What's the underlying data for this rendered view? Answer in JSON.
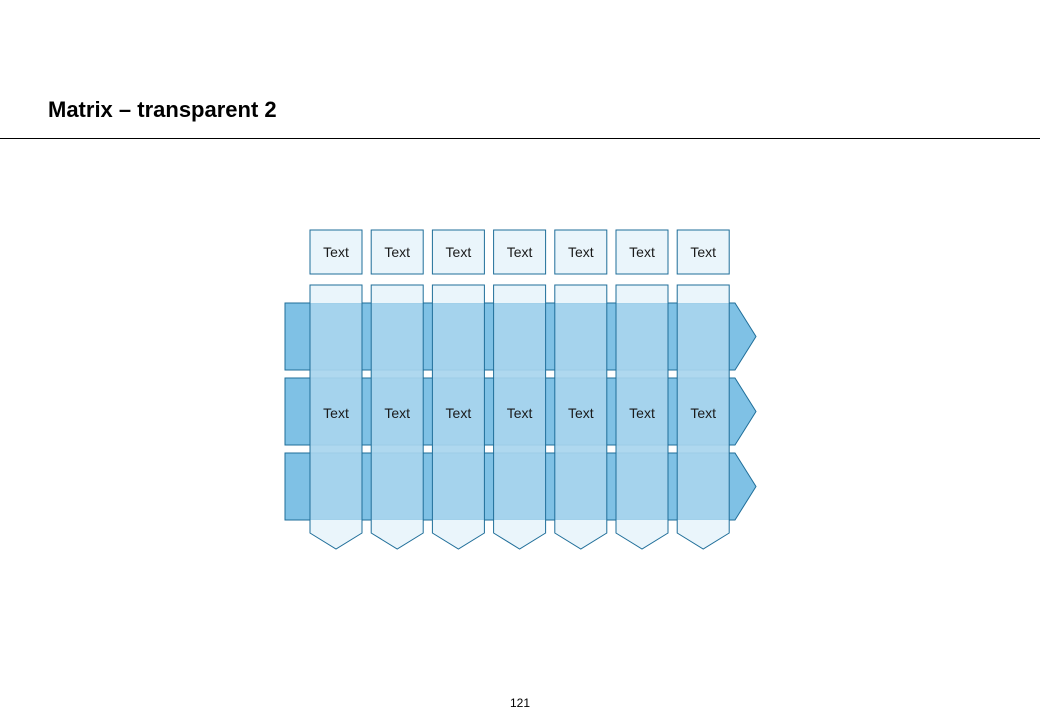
{
  "slide": {
    "title": "Matrix – transparent 2",
    "page_number": "121"
  },
  "matrix": {
    "column_headers": [
      "Text",
      "Text",
      "Text",
      "Text",
      "Text",
      "Text",
      "Text"
    ],
    "middle_row_labels": [
      "Text",
      "Text",
      "Text",
      "Text",
      "Text",
      "Text",
      "Text"
    ],
    "row_arrow_count": 3,
    "colors": {
      "row_arrow_fill": "#7fc1e5",
      "column_fill": "#a8d5ee",
      "header_fill": "#eaf5fb",
      "column_end_fill": "#eaf5fb",
      "stroke": "#1f6e99"
    }
  }
}
